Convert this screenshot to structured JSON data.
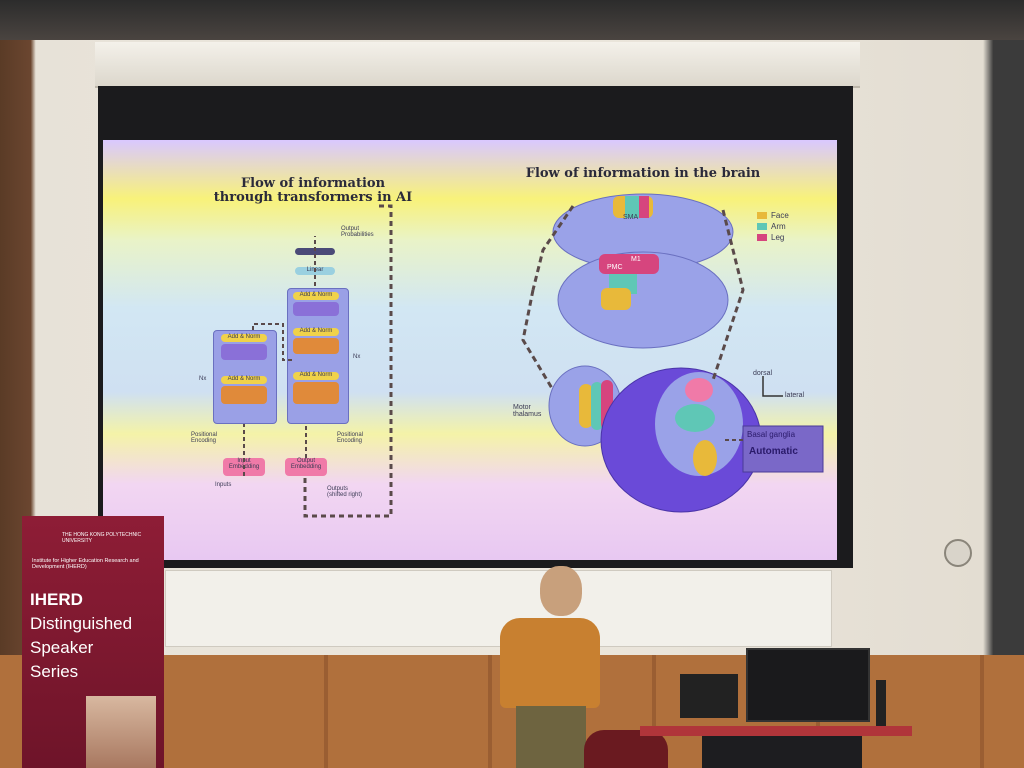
{
  "slide": {
    "left_title_line1": "Flow of information",
    "left_title_line2": "through transformers in AI",
    "right_title": "Flow of information in the brain",
    "output_probabilities": "Output\nProbabilities",
    "linear": "Linear",
    "add_norm": "Add & Norm",
    "nx": "Nx",
    "positional_encoding": "Positional\nEncoding",
    "input_embedding": "Input\nEmbedding",
    "output_embedding": "Output\nEmbedding",
    "inputs": "Inputs",
    "outputs": "Outputs\n(shifted right)",
    "sma": "SMA",
    "pmc": "PMC",
    "m1": "M1",
    "legend": [
      {
        "label": "Face",
        "color": "#e8b93a"
      },
      {
        "label": "Arm",
        "color": "#5fc7b6"
      },
      {
        "label": "Leg",
        "color": "#d6457e"
      }
    ],
    "dorsal": "dorsal",
    "lateral": "lateral",
    "motor_thalamus": "Motor\nthalamus",
    "basal_ganglia": "Basal ganglia",
    "automatic": "Automatic"
  },
  "banner": {
    "university": "THE HONG KONG POLYTECHNIC UNIVERSITY",
    "institute": "Institute for Higher Education Research and Development (IHERD)",
    "iherd": "IHERD",
    "line1": "Distinguished",
    "line2": "Speaker",
    "line3": "Series"
  }
}
